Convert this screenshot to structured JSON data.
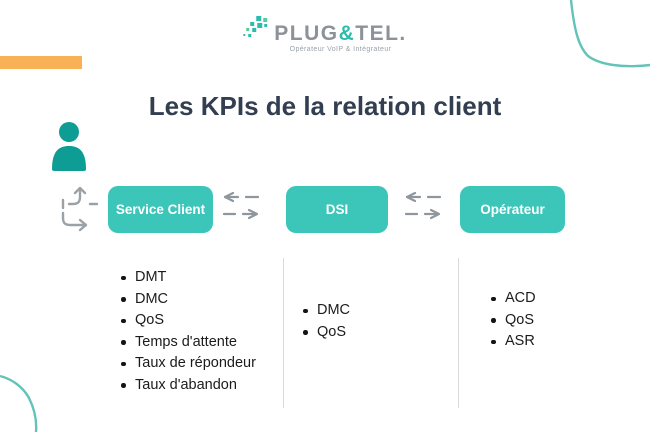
{
  "title": "Les KPIs de la relation client",
  "logo": {
    "brand_plug": "PLUG",
    "brand_amp": "&",
    "brand_tel": "TEL.",
    "tagline": "Opérateur VoIP & Intégrateur"
  },
  "columns": [
    {
      "header": "Service Client",
      "items": [
        "DMT",
        "DMC",
        "QoS",
        "Temps d'attente",
        "Taux de répondeur",
        "Taux d'abandon"
      ]
    },
    {
      "header": "DSI",
      "items": [
        "DMC",
        "QoS"
      ]
    },
    {
      "header": "Opérateur",
      "items": [
        "ACD",
        "QoS",
        "ASR"
      ]
    }
  ],
  "icons": {
    "user": "user-icon",
    "route": "route-arrows-icon",
    "exchange": "dashed-exchange-arrows-icon",
    "logo_mark": "pixel-squares-logo-icon"
  },
  "colors": {
    "teal": "#3CC5B9",
    "teal_dark": "#0D9D94",
    "orange": "#F8B155",
    "title_color": "#333F50",
    "arrow_gray": "#8F969D",
    "divider": "#DADADA",
    "logo_gray": "#8B9299",
    "logo_teal": "#2CBCAD",
    "corner_teal": "#64C3B8"
  }
}
